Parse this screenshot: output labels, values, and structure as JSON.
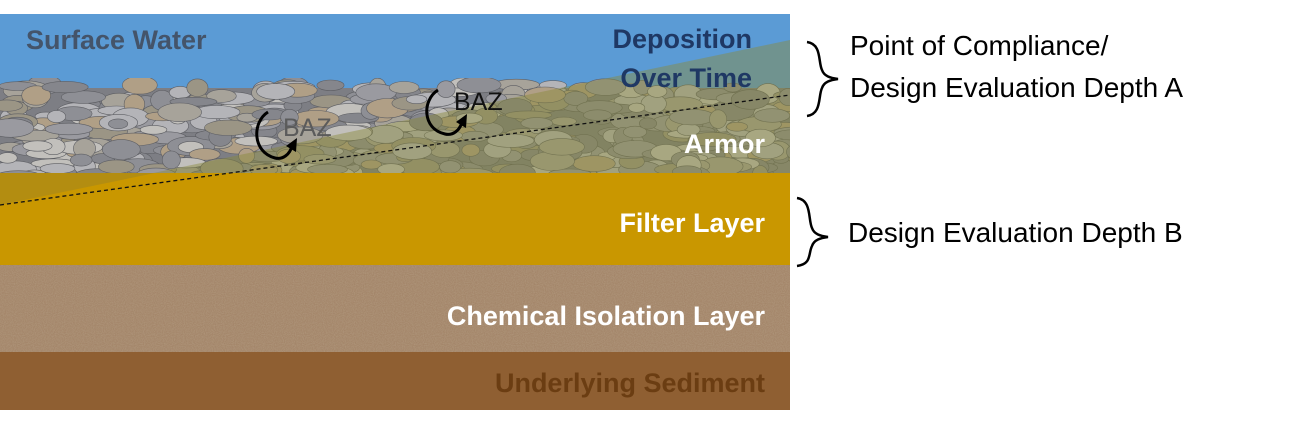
{
  "layers": {
    "surface_water": "Surface Water",
    "deposition_line1": "Deposition",
    "deposition_line2": "Over Time",
    "armor": "Armor",
    "filter": "Filter Layer",
    "chemical_isolation": "Chemical Isolation Layer",
    "underlying_sediment": "Underlying Sediment"
  },
  "baz_labels": [
    "BAZ",
    "BAZ"
  ],
  "annotations": {
    "depth_a_line1": "Point of Compliance/",
    "depth_a_line2": "Design Evaluation Depth A",
    "depth_b": "Design Evaluation Depth B"
  },
  "colors": {
    "water": "#5b9bd5",
    "filter": "#c99700",
    "chemical_isolation": "#a4866a",
    "underlying_sediment": "#8f5f32",
    "label_dark": "#44546a",
    "label_white": "#ffffff",
    "label_sediment": "#6b3d12"
  }
}
